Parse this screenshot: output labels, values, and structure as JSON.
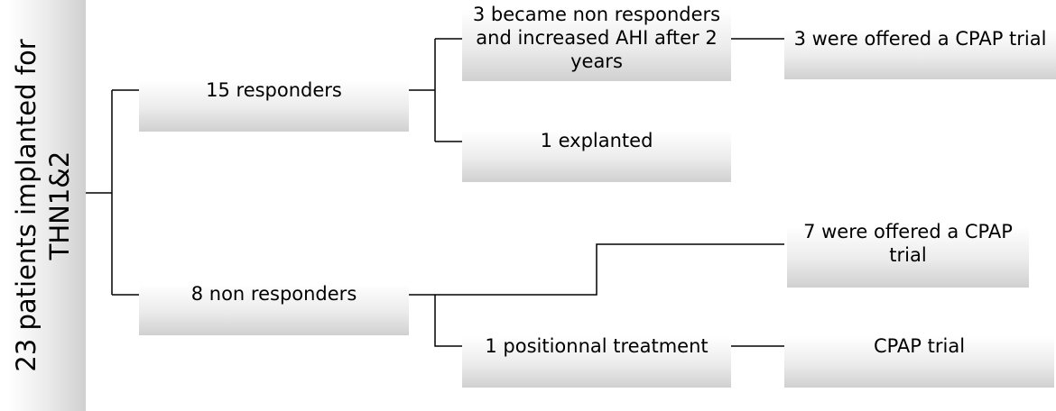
{
  "diagram": {
    "root": "23 patients implanted for THN1&2",
    "responders": "15 responders",
    "non_responders": "8 non responders",
    "became_non_responders": "3 became non responders and increased AHI  after 2 years",
    "explanted": "1 explanted",
    "offered_cpap_3": "3 were offered a CPAP trial",
    "offered_cpap_7": "7 were offered a CPAP trial",
    "positional_treatment": "1 positionnal treatment",
    "cpap_trial": "CPAP trial"
  },
  "colors": {
    "box_light": "#ffffff",
    "box_dark": "#d0d0d0",
    "line": "#000000",
    "text": "#000000"
  }
}
